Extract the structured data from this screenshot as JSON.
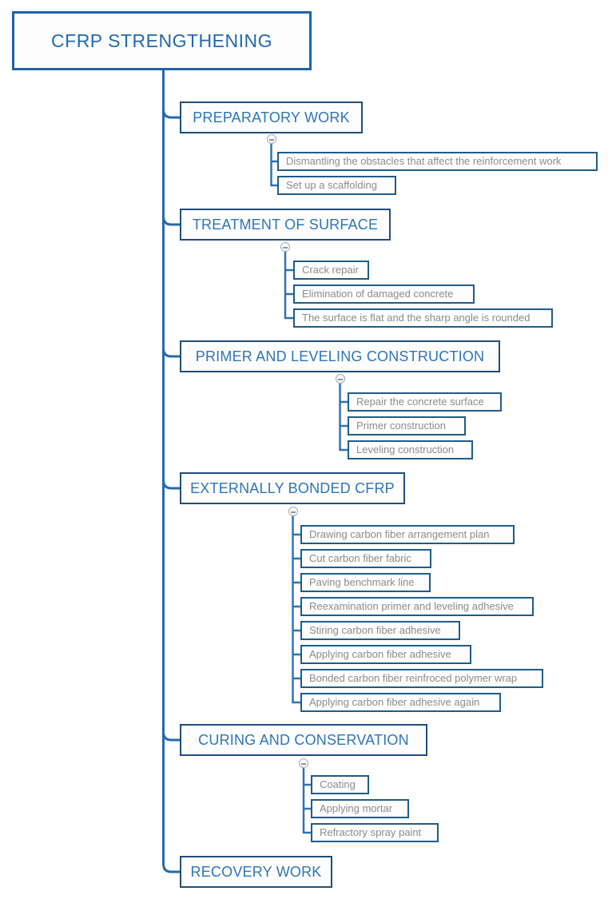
{
  "diagram": {
    "root": {
      "label": "CFRP STRENGTHENING"
    },
    "branches": [
      {
        "label": "PREPARATORY WORK",
        "children": [
          "Dismantling the obstacles that affect the reinforcement work",
          "Set up a scaffolding"
        ]
      },
      {
        "label": "TREATMENT OF SURFACE",
        "children": [
          "Crack repair",
          "Elimination of damaged concrete",
          "The surface is flat and the sharp angle is rounded"
        ]
      },
      {
        "label": "PRIMER AND LEVELING CONSTRUCTION",
        "children": [
          "Repair the concrete surface",
          "Primer construction",
          "Leveling construction"
        ]
      },
      {
        "label": "EXTERNALLY BONDED CFRP",
        "children": [
          "Drawing carbon fiber arrangement plan",
          "Cut carbon fiber fabric",
          "Paving benchmark line",
          "Reexamination primer and leveling adhesive",
          "Stiring carbon fiber adhesive",
          "Applying carbon fiber adhesive",
          "Bonded carbon fiber reinfroced polymer wrap",
          "Applying carbon fiber adhesive again"
        ]
      },
      {
        "label": "CURING AND CONSERVATION",
        "children": [
          "Coating",
          "Applying mortar",
          "Refractory spray paint"
        ]
      },
      {
        "label": "RECOVERY WORK",
        "children": []
      }
    ],
    "icons": {
      "collapse": "minus-circle"
    },
    "colors": {
      "main_border": "#1f63a8",
      "main_text": "#2469ae",
      "branch_border": "#1f4e79",
      "branch_text": "#2e75b6",
      "child_border": "#1f5c8a",
      "child_text": "#8c8c8c",
      "trunk_line": "#2669ad",
      "child_line": "#2e74b5",
      "background": "#ffffff"
    }
  }
}
